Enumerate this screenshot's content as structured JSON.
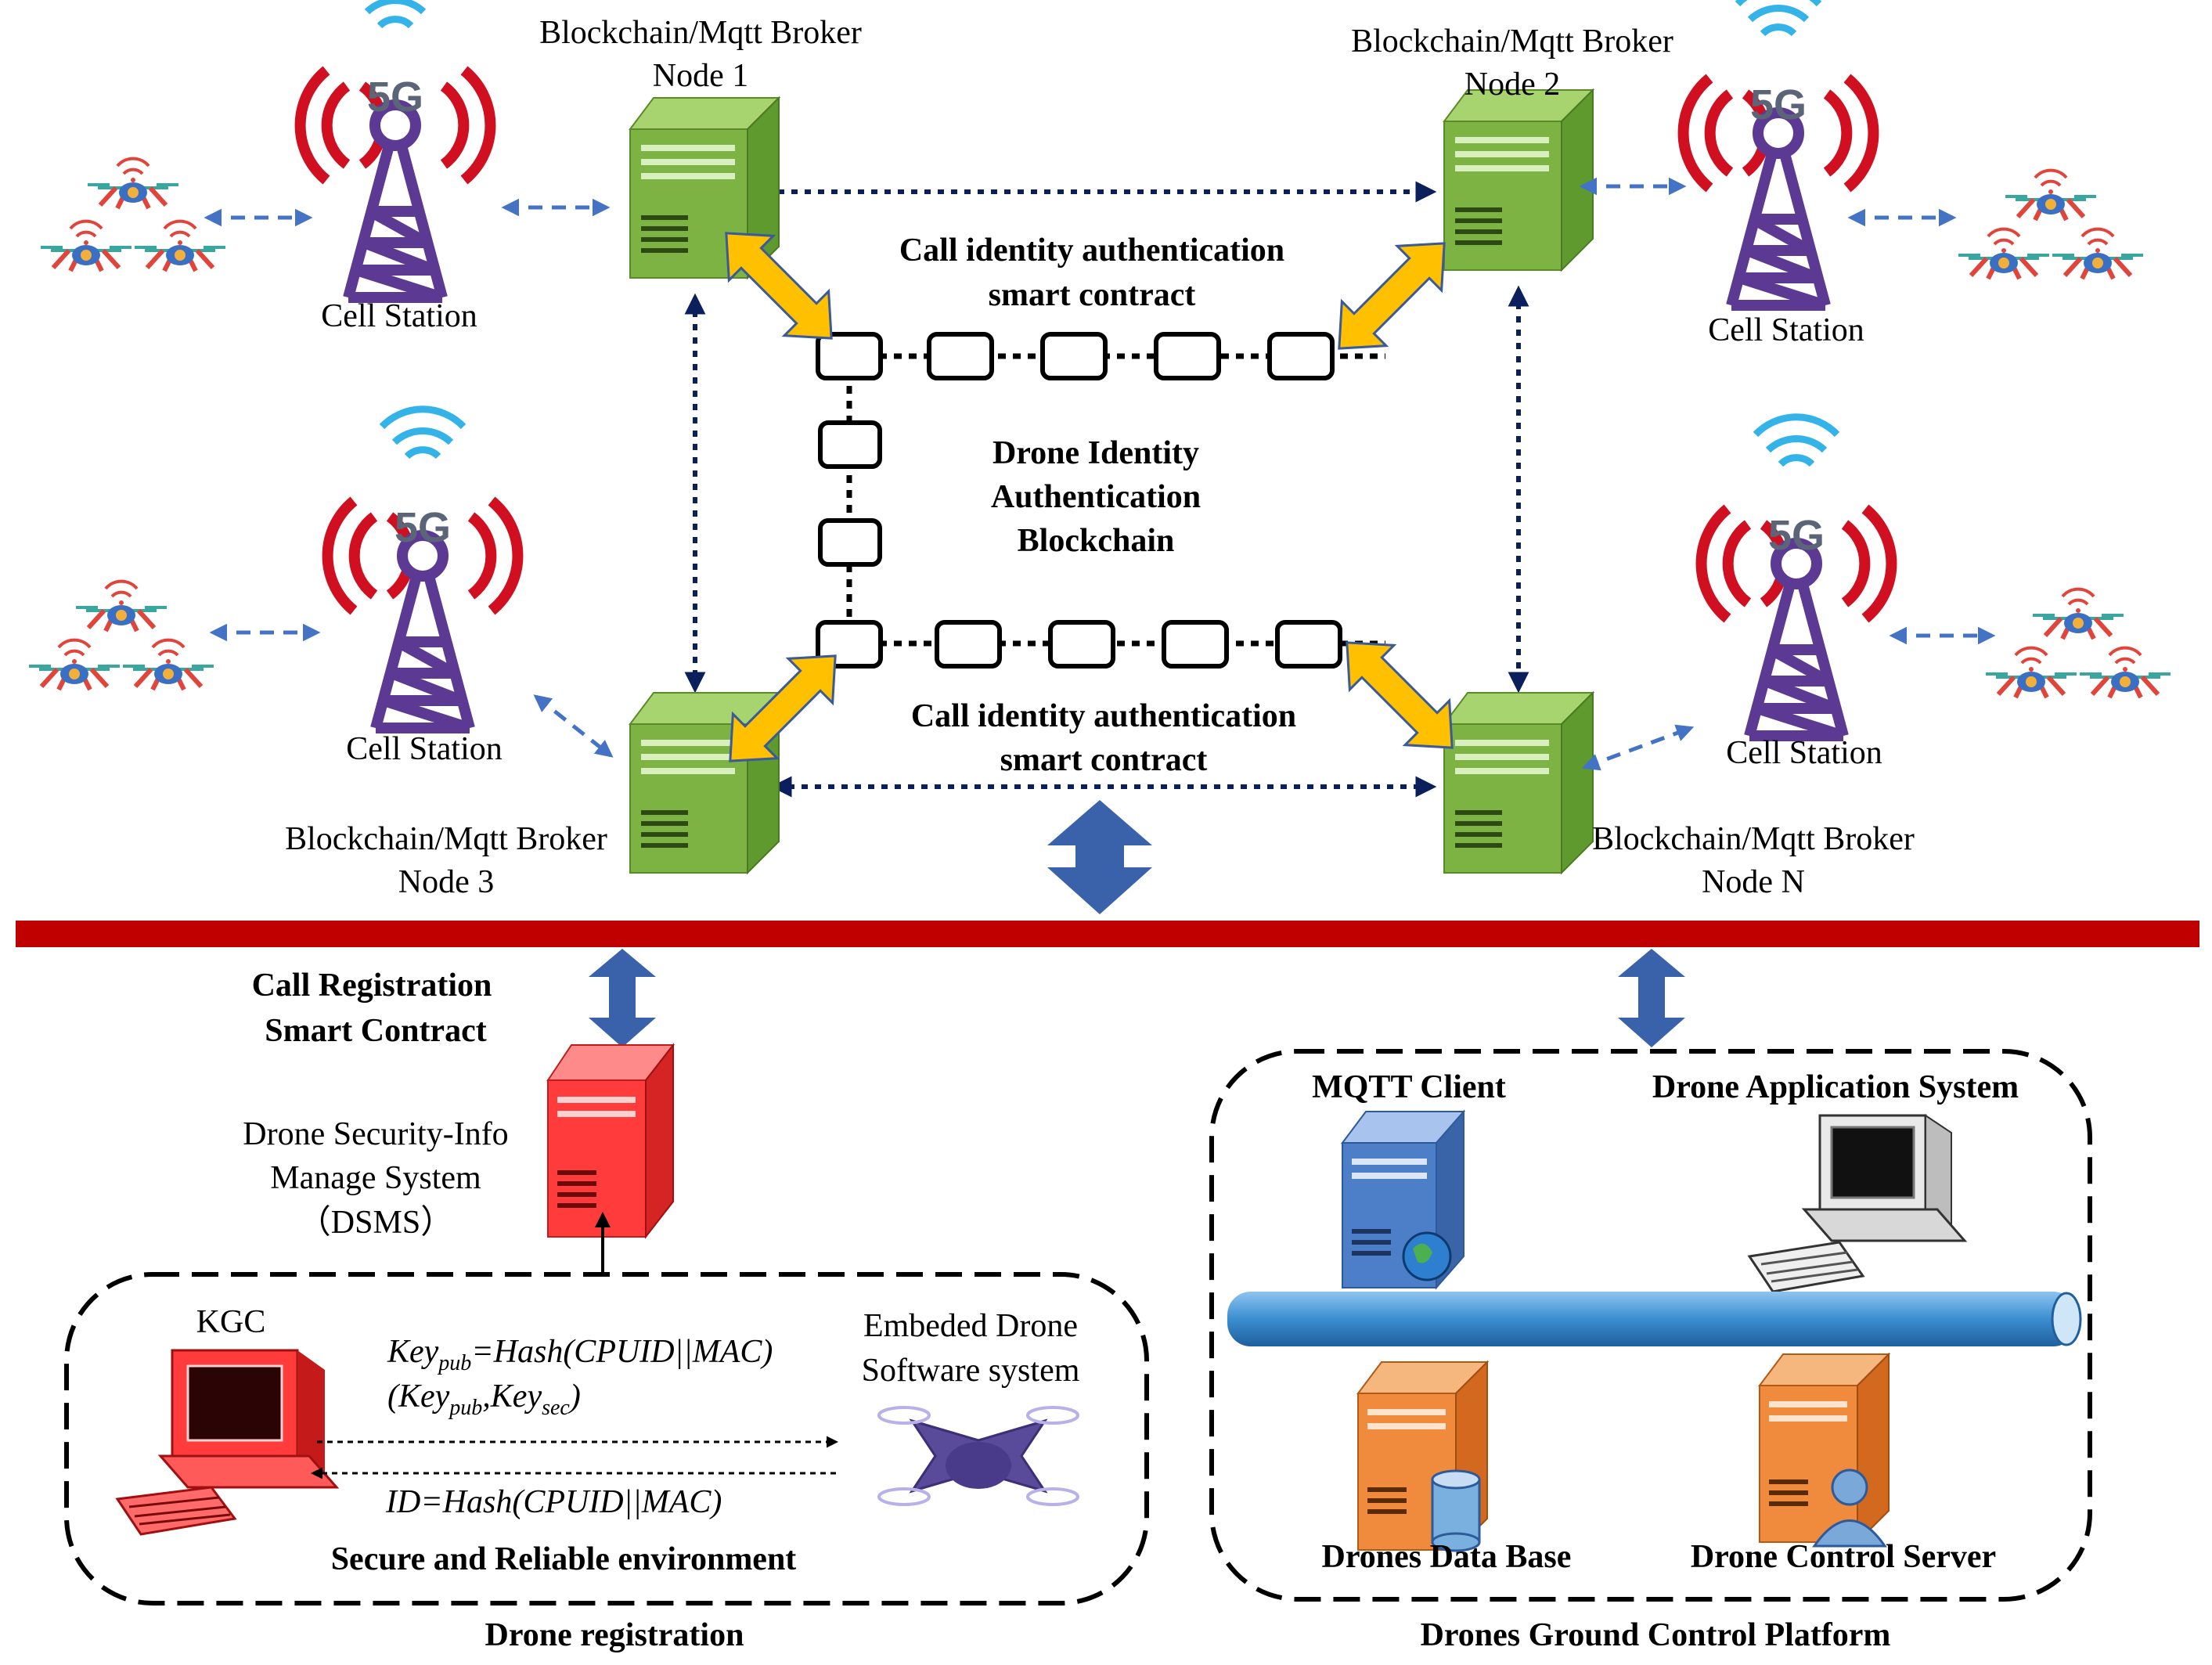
{
  "nodes": {
    "node1": {
      "line1": "Blockchain/Mqtt Broker",
      "line2": "Node 1"
    },
    "node2": {
      "line1": "Blockchain/Mqtt Broker",
      "line2": "Node 2"
    },
    "node3": {
      "line1": "Blockchain/Mqtt Broker",
      "line2": "Node 3"
    },
    "nodeN": {
      "line1": "Blockchain/Mqtt Broker",
      "line2": "Node N"
    }
  },
  "cell_station_label": "Cell Station",
  "tower_badge": "5G",
  "blockchain": {
    "contract_top": {
      "line1": "Call identity authentication",
      "line2": "smart contract"
    },
    "contract_bottom": {
      "line1": "Call identity authentication",
      "line2": "smart contract"
    },
    "title": {
      "line1": "Drone Identity",
      "line2": "Authentication",
      "line3": "Blockchain"
    }
  },
  "registration": {
    "contract": {
      "line1": "Call Registration",
      "line2": "Smart Contract"
    },
    "dsms": {
      "line1": "Drone Security-Info",
      "line2": "Manage System",
      "line3": "（DSMS）"
    },
    "kgc": "KGC",
    "embedded": {
      "line1": "Embeded Drone",
      "line2": "Software system"
    },
    "formula_key": {
      "prefix": "Key",
      "sub": "pub",
      "rest": "=Hash(CPUID||MAC)"
    },
    "formula_pair": {
      "open": "(Key",
      "sub1": "pub",
      "mid": ",Key",
      "sub2": "sec",
      "close": ")"
    },
    "formula_id": "ID=Hash(CPUID||MAC)",
    "environment": "Secure and Reliable environment",
    "caption": "Drone registration"
  },
  "ground_platform": {
    "mqtt_client": "MQTT Client",
    "app_system": "Drone Application System",
    "database": "Drones Data Base",
    "control_server": "Drone Control Server",
    "caption": "Drones Ground Control Platform"
  },
  "colors": {
    "bus_red": "#c00000",
    "dark_navy": "#0b1f5c",
    "link_blue": "#4472c4",
    "fat_arrow_blue": "#3a62ab",
    "contract_yellow": "#ffc000",
    "server_green": "#7cb342",
    "dsms_red": "#ff3b3b",
    "tower_purple": "#5c3a93",
    "signal_red": "#d01020",
    "wifi_blue": "#33b3e8",
    "pipe_blue": "#3a8ed0"
  }
}
